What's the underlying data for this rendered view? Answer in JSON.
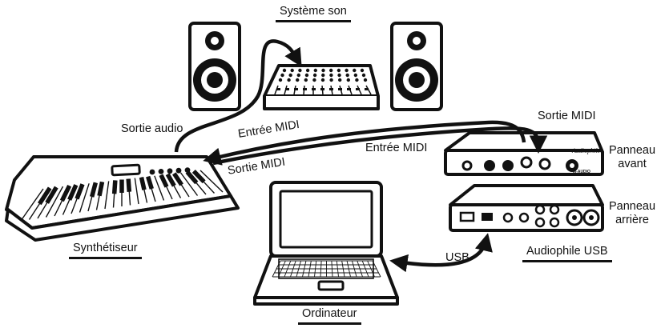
{
  "labels": {
    "sound_system": "Système son",
    "audio_out": "Sortie audio",
    "midi_in_keyboard": "Entrée MIDI",
    "midi_out_keyboard": "Sortie MIDI",
    "midi_out_interface": "Sortie MIDI",
    "midi_in_interface": "Entrée MIDI",
    "front_panel": "Panneau\navant",
    "rear_panel": "Panneau\narrière",
    "synthesizer": "Synthétiseur",
    "usb": "USB",
    "audiophile_usb": "Audiophile USB",
    "computer": "Ordinateur"
  },
  "device_text": {
    "brand": "Audiophile",
    "maker": "M-AUDIO"
  },
  "colors": {
    "line": "#111111",
    "fill": "#ffffff",
    "shade": "#c8c8c8"
  }
}
